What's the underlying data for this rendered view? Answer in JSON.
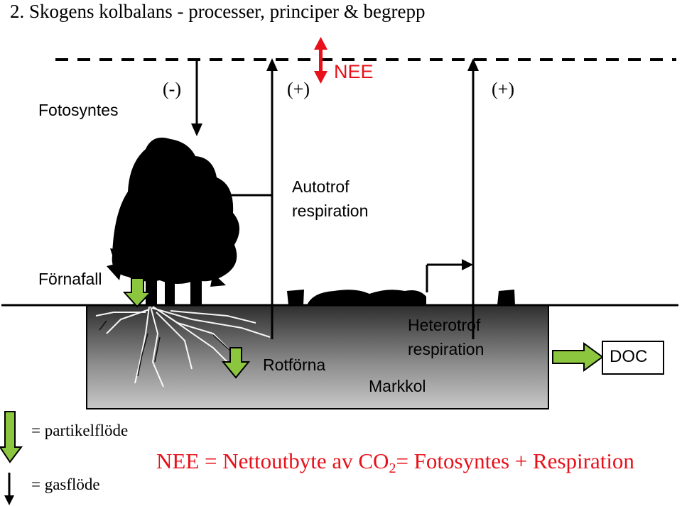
{
  "title": "2. Skogens kolbalans - processer, principer & begrepp",
  "labels": {
    "fotosyntes": "Fotosyntes",
    "minus": "(-)",
    "plus_autotrof": "(+)",
    "plus_heterotrof": "(+)",
    "nee": "NEE",
    "autotrof_line1": "Autotrof",
    "autotrof_line2": "respiration",
    "fornafall": "Förnafall",
    "rotforna": "Rotförna",
    "heterotrof_line1": "Heterotrof",
    "heterotrof_line2": "respiration",
    "markkol": "Markkol",
    "doc": "DOC"
  },
  "legend": {
    "particle": "= partikelflöde",
    "gas": "= gasflöde"
  },
  "formula": {
    "part1": "NEE = Nettoutbyte av CO",
    "subscript": "2",
    "part2": "= Fotosyntes + Respiration"
  },
  "colors": {
    "nee_red": "#e8101a",
    "particle_green": "#8cc63f",
    "soil_dark": "#303030",
    "soil_light": "#c4c4c4"
  }
}
